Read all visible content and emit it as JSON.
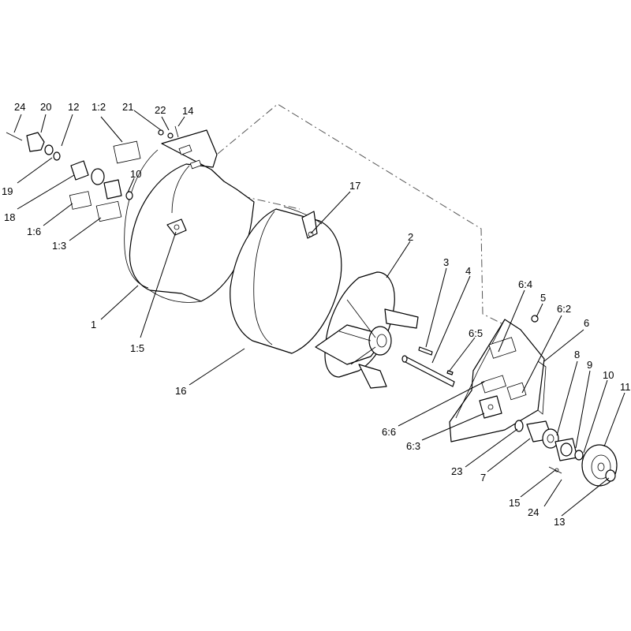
{
  "callouts": [
    {
      "id": "24a",
      "text": "24"
    },
    {
      "id": "20",
      "text": "20"
    },
    {
      "id": "12",
      "text": "12"
    },
    {
      "id": "1-2",
      "text": "1:2"
    },
    {
      "id": "21",
      "text": "21"
    },
    {
      "id": "22",
      "text": "22"
    },
    {
      "id": "14",
      "text": "14"
    },
    {
      "id": "19",
      "text": "19"
    },
    {
      "id": "18",
      "text": "18"
    },
    {
      "id": "10a",
      "text": "10"
    },
    {
      "id": "1-6",
      "text": "1:6"
    },
    {
      "id": "1-3",
      "text": "1:3"
    },
    {
      "id": "17",
      "text": "17"
    },
    {
      "id": "2",
      "text": "2"
    },
    {
      "id": "1",
      "text": "1"
    },
    {
      "id": "1-5",
      "text": "1:5"
    },
    {
      "id": "16",
      "text": "16"
    },
    {
      "id": "3",
      "text": "3"
    },
    {
      "id": "4",
      "text": "4"
    },
    {
      "id": "6-4",
      "text": "6:4"
    },
    {
      "id": "5",
      "text": "5"
    },
    {
      "id": "6-2",
      "text": "6:2"
    },
    {
      "id": "6",
      "text": "6"
    },
    {
      "id": "6-5",
      "text": "6:5"
    },
    {
      "id": "8",
      "text": "8"
    },
    {
      "id": "9",
      "text": "9"
    },
    {
      "id": "10b",
      "text": "10"
    },
    {
      "id": "11",
      "text": "11"
    },
    {
      "id": "6-6",
      "text": "6:6"
    },
    {
      "id": "6-3",
      "text": "6:3"
    },
    {
      "id": "23",
      "text": "23"
    },
    {
      "id": "7",
      "text": "7"
    },
    {
      "id": "15",
      "text": "15"
    },
    {
      "id": "24b",
      "text": "24"
    },
    {
      "id": "13",
      "text": "13"
    }
  ]
}
